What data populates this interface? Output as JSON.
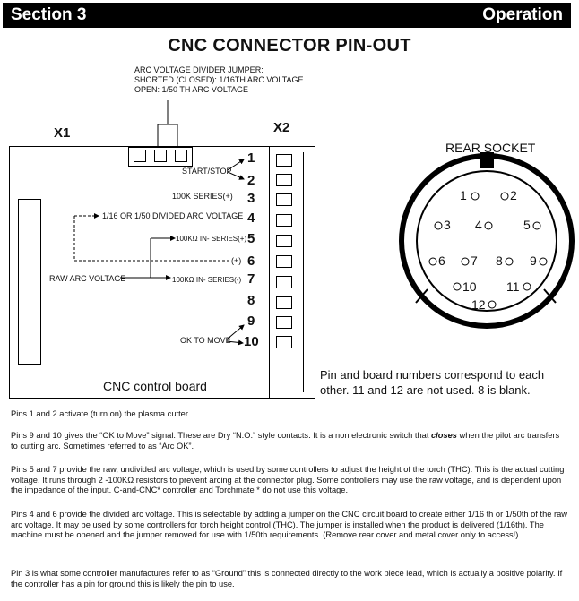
{
  "header": {
    "section": "Section 3",
    "chapter": "Operation"
  },
  "title": "CNC CONNECTOR PIN-OUT",
  "jumper_note": {
    "line1": "ARC VOLTAGE DIVIDER JUMPER:",
    "line2": "SHORTED (CLOSED): 1/16TH ARC VOLTAGE",
    "line3": "OPEN: 1/50 TH ARC VOLTAGE"
  },
  "board": {
    "x1_label": "X1",
    "x2_label": "X2",
    "caption": "CNC control board",
    "labels": {
      "start_stop": "START/STOP",
      "series_100k": "100K SERIES(+)",
      "divided": "1/16 OR 1/50 DIVIDED ARC VOLTAGE",
      "in_series_plus": "100KΩ IN- SERIES(+)",
      "plus": "(+)",
      "raw": "RAW ARC VOLTAGE",
      "in_series_minus": "100KΩ IN- SERIES(-)",
      "ok": "OK TO MOVE"
    },
    "pins": [
      "1",
      "2",
      "3",
      "4",
      "5",
      "6",
      "7",
      "8",
      "9",
      "10"
    ]
  },
  "socket": {
    "title": "REAR SOCKET",
    "pins": [
      "1",
      "2",
      "3",
      "4",
      "5",
      "6",
      "7",
      "8",
      "9",
      "10",
      "11",
      "12"
    ]
  },
  "note": {
    "line1": "Pin and board numbers correspond to each",
    "line2": "other.   11 and 12 are not used. 8 is blank."
  },
  "paragraphs": {
    "p1": "Pins 1 and 2  activate (turn on) the plasma cutter.",
    "p2a": "Pins 9 and 10  gives the “OK to Move” signal.  These are Dry “N.O.” style contacts. It is a non electronic switch that ",
    "p2b": "closes",
    "p2c": " when the pilot arc transfers to cutting arc. Sometimes referred to as “Arc OK”.",
    "p3": "Pins 5 and 7 provide the raw, undivided arc voltage, which is used by some controllers to adjust the height of the torch (THC). This is the actual cutting voltage.  It runs  through 2 -100KΩ resistors to prevent arcing at the connector plug. Some controllers may use the raw voltage, and is dependent upon the impedance of the input. C-and-CNC* controller and Torchmate * do not use this voltage.",
    "p4": "Pins 4 and 6 provide the divided arc voltage.  This is selectable by adding a  jumper on the CNC circuit board to create either 1/16 th or 1/50th of the raw arc voltage.  It may be used  by some controllers for torch height control (THC).  The jumper is installed when the product is delivered (1/16th).  The machine must be opened and the jumper removed for use with 1/50th requirements. (Remove rear cover and metal cover only to access!)",
    "p5": "Pin 3 is what some controller manufactures refer to as “Ground” this is connected directly to the work piece lead, which is actually a positive polarity.  If the controller has a pin for ground this is likely the pin to use."
  }
}
